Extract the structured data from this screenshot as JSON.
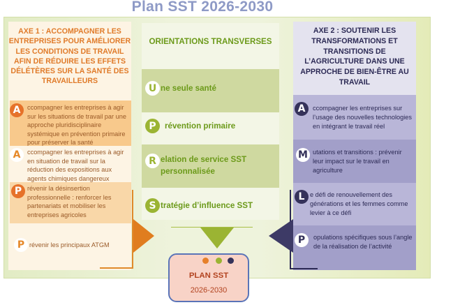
{
  "title": "Plan SST 2026-2030",
  "axe1": {
    "title": "AXE 1 : ACCOMPAGNER LES ENTREPRISES POUR AMÉLIORER LES CONDITIONS DE TRAVAIL AFIN DE RÉDUIRE LES EFFETS DÉLÉTÈRES SUR LA SANTÉ DES TRAVAILLEURS",
    "items": [
      {
        "letter": "A",
        "text": "ccompagner les entreprises à agir sur les situations de travail par une approche pluridisciplinaire systémique en prévention primaire pour préserver la santé"
      },
      {
        "letter": "A",
        "text": "ccompagner les entreprises à agir en situation de travail sur la réduction des expositions aux agents chimiques dangereux"
      },
      {
        "letter": "P",
        "text": "révenir la désinsertion professionnelle : renforcer les partenariats et mobiliser les entreprises agricoles"
      },
      {
        "letter": "P",
        "text": "révenir les principaux ATGM"
      }
    ]
  },
  "orientations": {
    "title": "ORIENTATIONS TRANSVERSES",
    "items": [
      {
        "letter": "U",
        "text": "ne seule santé"
      },
      {
        "letter": "P",
        "text": "révention primaire"
      },
      {
        "letter": "R",
        "text": "elation de service SST personnalisée"
      },
      {
        "letter": "S",
        "text": "tratégie d’influence SST"
      }
    ]
  },
  "axe2": {
    "title": "AXE 2 : SOUTENIR LES TRANSFORMATIONS ET TRANSITIONS DE L’AGRICULTURE DANS UNE APPROCHE DE BIEN-ÊTRE AU TRAVAIL",
    "items": [
      {
        "letter": "A",
        "text": "ccompagner les entreprises sur l’usage des nouvelles technologies en intégrant le travail réel"
      },
      {
        "letter": "M",
        "text": "utations et transitions : prévenir leur impact sur le travail en agriculture"
      },
      {
        "letter": "L",
        "text": "e défi de renouvellement des générations et les femmes comme levier à ce défi"
      },
      {
        "letter": "P",
        "text": "opulations spécifiques sous l’angle de la réalisation de l’activité"
      }
    ]
  },
  "plan": {
    "title": "PLAN SST",
    "years": "2026-2030",
    "dot_colors": [
      "#e6802a",
      "#9bb433",
      "#35325a"
    ]
  },
  "colors": {
    "axe1_accent": "#e07b2a",
    "orientations_accent": "#6c9a1a",
    "axe2_accent": "#2c2a55",
    "title_color": "#8e9ac6",
    "plan_fill": "#f8d3c7",
    "plan_border": "#5a74b8"
  }
}
